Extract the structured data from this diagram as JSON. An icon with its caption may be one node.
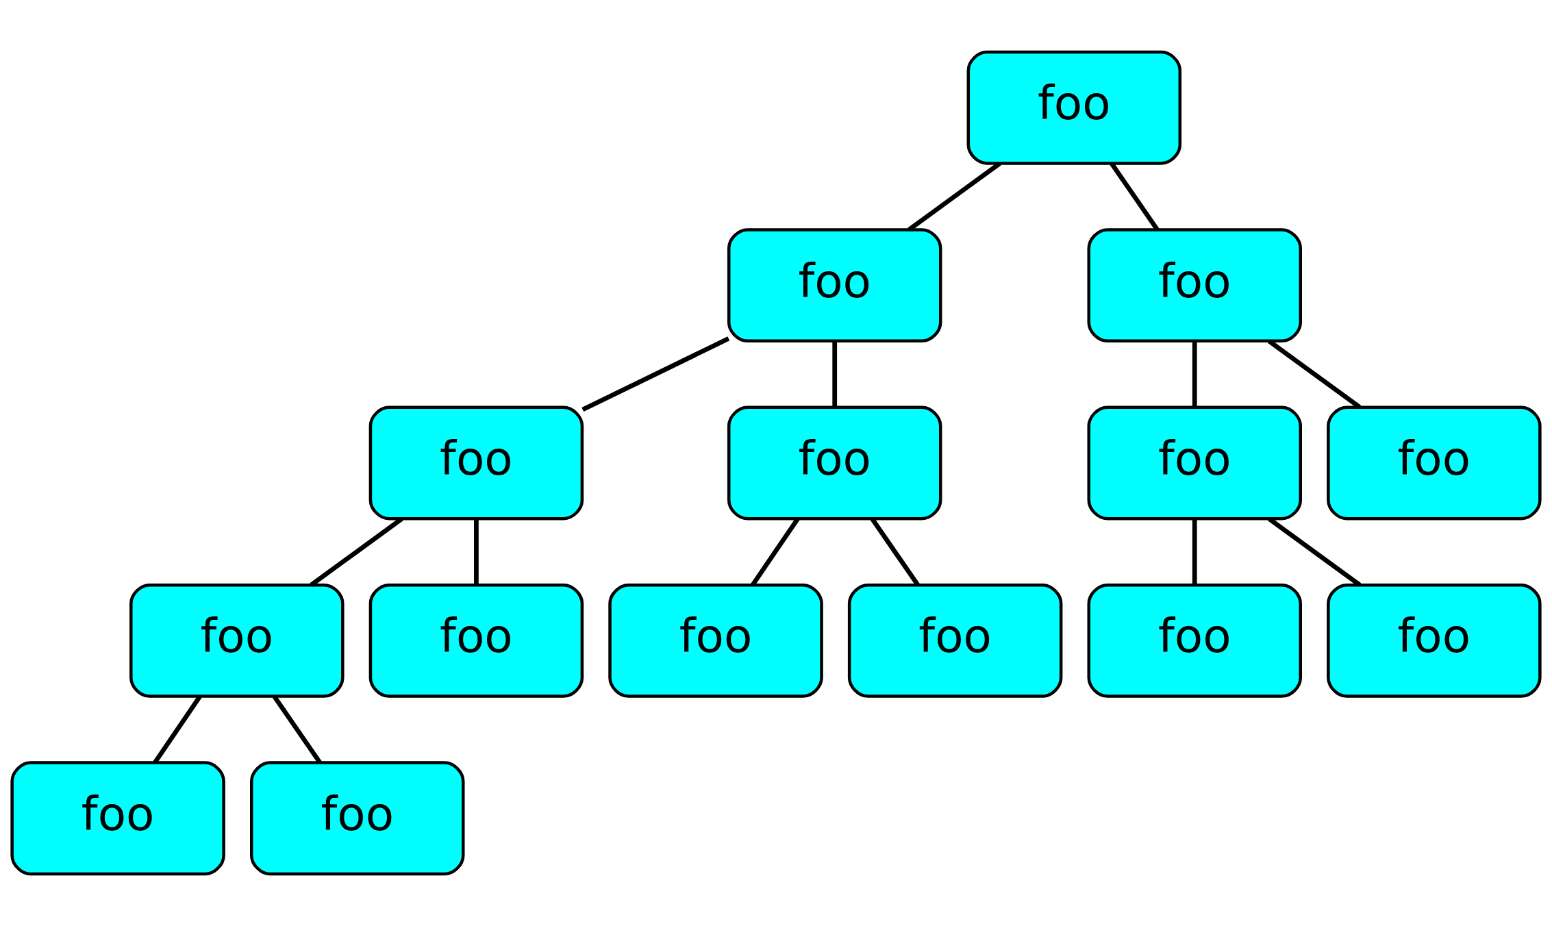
{
  "diagram": {
    "nodes": [
      {
        "text": [
          "foo"
        ]
      },
      {
        "text": [
          "foo"
        ]
      },
      {
        "text": [
          "foo"
        ]
      },
      {
        "text": [
          "foo"
        ]
      },
      {
        "text": [
          "foo"
        ]
      },
      {
        "text": [
          "foo"
        ]
      },
      {
        "text": [
          "foo"
        ]
      },
      {
        "text": [
          "foo"
        ]
      },
      {
        "text": [
          "foo"
        ]
      },
      {
        "text": [
          "foo"
        ]
      },
      {
        "text": [
          "foo"
        ]
      },
      {
        "text": [
          "foo"
        ]
      },
      {
        "text": [
          "foo"
        ]
      },
      {
        "text": [
          "foo"
        ]
      },
      {
        "text": [
          "foo"
        ]
      }
    ],
    "edges": [
      {
        "from": 0,
        "to": 1,
        "arrow": "none"
      },
      {
        "from": 0,
        "to": 2,
        "arrow": "none"
      },
      {
        "from": 1,
        "to": 3,
        "arrow": "none"
      },
      {
        "from": 1,
        "to": 4,
        "arrow": "none"
      },
      {
        "from": 2,
        "to": 5,
        "arrow": "none"
      },
      {
        "from": 2,
        "to": 6,
        "arrow": "none"
      },
      {
        "from": 3,
        "to": 7,
        "arrow": "none"
      },
      {
        "from": 3,
        "to": 8,
        "arrow": "none"
      },
      {
        "from": 4,
        "to": 9,
        "arrow": "none"
      },
      {
        "from": 4,
        "to": 10,
        "arrow": "none"
      },
      {
        "from": 5,
        "to": 11,
        "arrow": "none"
      },
      {
        "from": 5,
        "to": 12,
        "arrow": "none"
      },
      {
        "from": 7,
        "to": 13,
        "arrow": "none"
      },
      {
        "from": 7,
        "to": 14,
        "arrow": "none"
      }
    ]
  }
}
